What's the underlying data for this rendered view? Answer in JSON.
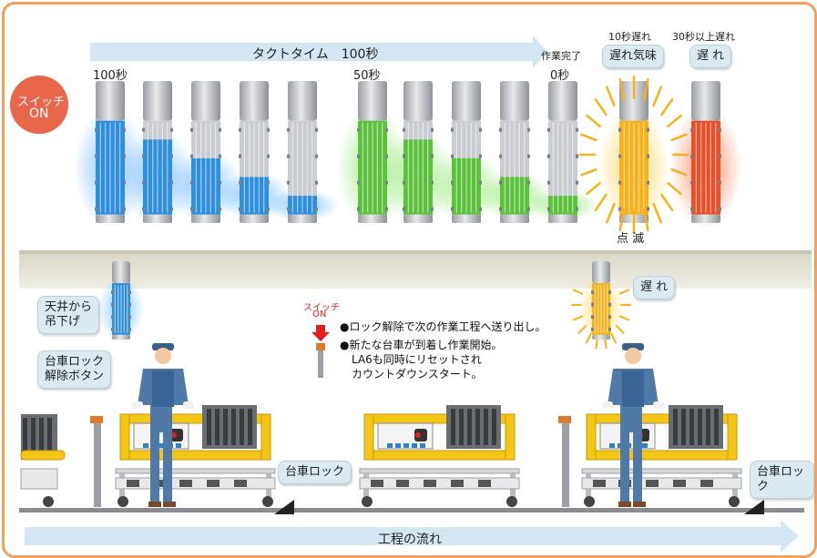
{
  "top": {
    "takt_label": "タクトタイム　100秒",
    "switch_label": [
      "スイッチ",
      "ON"
    ],
    "t100": "100秒",
    "t50": "50秒",
    "done_label": "作業完了",
    "t0": "0秒",
    "late10_label": "10秒遅れ",
    "late10_tag": "遅れ気味",
    "late30_label": "30秒以上遅れ",
    "late30_tag": "遅 れ",
    "blink": "点 滅"
  },
  "bottom": {
    "ceiling_label": [
      "天井から",
      "吊下げ"
    ],
    "unlock_label": [
      "台車ロック",
      "解除ボタン"
    ],
    "switch_small": [
      "スイッチ",
      "ON"
    ],
    "note1": "●ロック解除で次の作業工程へ送り出し。",
    "note2": [
      "●新たな台車が到着し作業開始。",
      "LA6も同時にリセットされ",
      "カウントダウンスタート。"
    ],
    "late_tag": "遅 れ",
    "lock_left": "台車ロック",
    "lock_right": "台車ロック",
    "flow_label": "工程の流れ"
  },
  "colors": {
    "blue": "#2f8fdc",
    "green": "#5cc23e",
    "yellow": "#f5b21c",
    "red": "#e8502a",
    "arrow": "#d4e6f1",
    "switch": "#e8674a",
    "cart_yellow": "#f5c518"
  },
  "lamps": [
    {
      "color": "blue",
      "level": 1.0
    },
    {
      "color": "blue",
      "level": 0.8
    },
    {
      "color": "blue",
      "level": 0.6
    },
    {
      "color": "blue",
      "level": 0.4
    },
    {
      "color": "blue",
      "level": 0.2
    },
    {
      "color": "green",
      "level": 1.0
    },
    {
      "color": "green",
      "level": 0.8
    },
    {
      "color": "green",
      "level": 0.6
    },
    {
      "color": "green",
      "level": 0.4
    },
    {
      "color": "green",
      "level": 0.2
    },
    {
      "color": "yellow",
      "level": 1.0
    },
    {
      "color": "red",
      "level": 1.0
    }
  ]
}
